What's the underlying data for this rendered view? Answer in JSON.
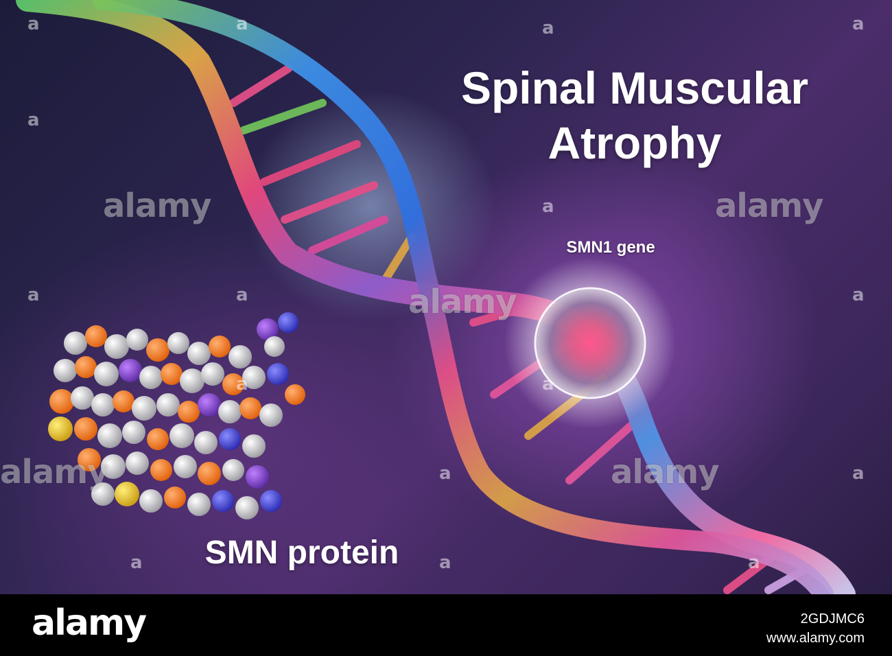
{
  "title": {
    "line1": "Spinal Muscular",
    "line2": "Atrophy"
  },
  "labels": {
    "gene": "SMN1 gene",
    "protein": "SMN protein"
  },
  "watermark": {
    "word": "alamy",
    "mark": "a"
  },
  "footer": {
    "logo": "alamy",
    "image_id": "2GDJMC6",
    "site": "www.alamy.com"
  },
  "colors": {
    "background": "#3a2658",
    "footer_background": "#000000",
    "text": "#ffffff"
  }
}
